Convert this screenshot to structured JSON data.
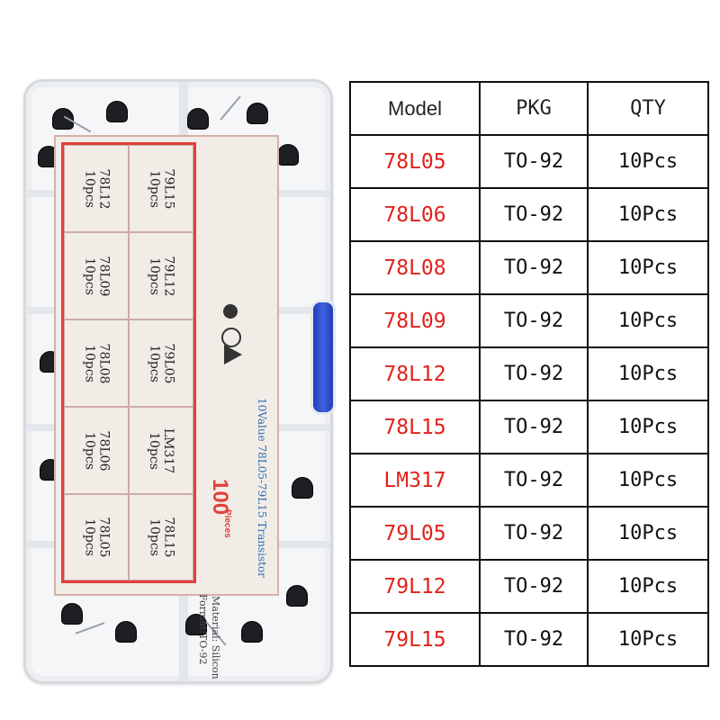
{
  "box_label": {
    "cells": [
      {
        "model": "78L12",
        "qty": "10pcs"
      },
      {
        "model": "78L09",
        "qty": "10pcs"
      },
      {
        "model": "78L08",
        "qty": "10pcs"
      },
      {
        "model": "78L06",
        "qty": "10pcs"
      },
      {
        "model": "78L05",
        "qty": "10pcs"
      },
      {
        "model": "79L15",
        "qty": "10pcs"
      },
      {
        "model": "79L12",
        "qty": "10pcs"
      },
      {
        "model": "79L05",
        "qty": "10pcs"
      },
      {
        "model": "LM317",
        "qty": "10pcs"
      },
      {
        "model": "78L15",
        "qty": "10pcs"
      }
    ],
    "count": "100",
    "pieces": "Pieces",
    "title": "10Value 78L05-79L15 Transistor",
    "material": "Material: Silicon",
    "format": "Format:TO-92"
  },
  "table": {
    "headers": {
      "model": "Model",
      "pkg": "PKG",
      "qty": "QTY"
    },
    "rows": [
      {
        "model": "78L05",
        "pkg": "TO-92",
        "qty": "10Pcs"
      },
      {
        "model": "78L06",
        "pkg": "TO-92",
        "qty": "10Pcs"
      },
      {
        "model": "78L08",
        "pkg": "TO-92",
        "qty": "10Pcs"
      },
      {
        "model": "78L09",
        "pkg": "TO-92",
        "qty": "10Pcs"
      },
      {
        "model": "78L12",
        "pkg": "TO-92",
        "qty": "10Pcs"
      },
      {
        "model": "78L15",
        "pkg": "TO-92",
        "qty": "10Pcs"
      },
      {
        "model": "LM317",
        "pkg": "TO-92",
        "qty": "10Pcs"
      },
      {
        "model": "79L05",
        "pkg": "TO-92",
        "qty": "10Pcs"
      },
      {
        "model": "79L12",
        "pkg": "TO-92",
        "qty": "10Pcs"
      },
      {
        "model": "79L15",
        "pkg": "TO-92",
        "qty": "10Pcs"
      }
    ]
  },
  "colors": {
    "model_text": "#e0221b",
    "label_border": "#e2403b",
    "clip": "#2f4fd0"
  }
}
